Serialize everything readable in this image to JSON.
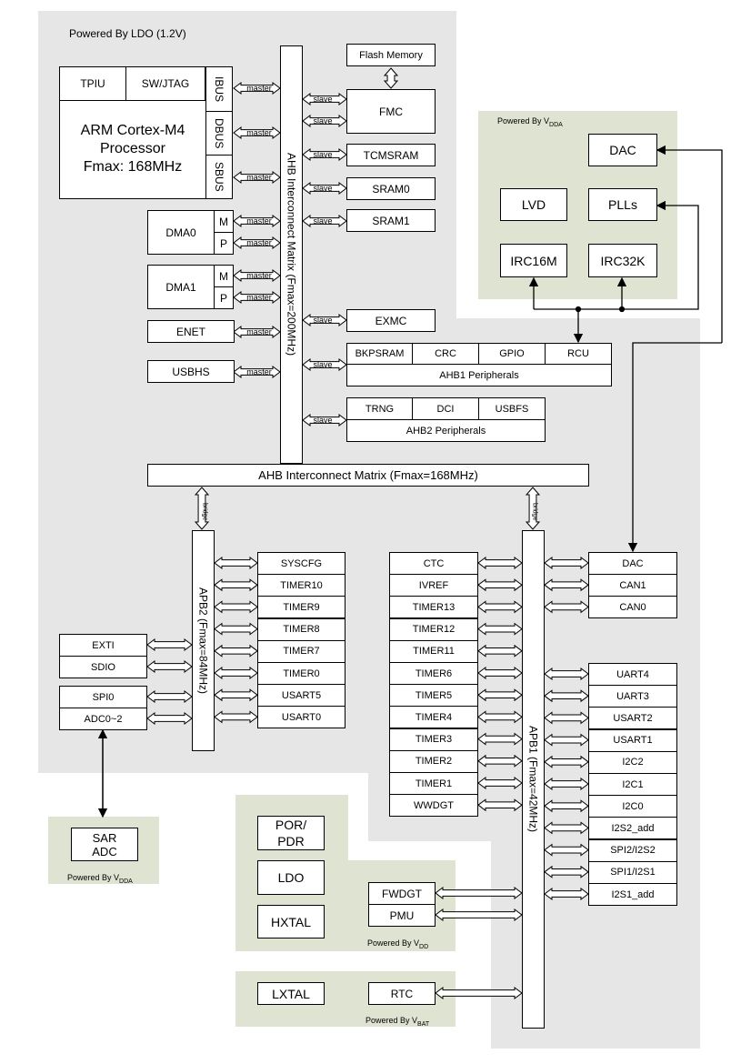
{
  "regions": {
    "ldo_title": "Powered By LDO (1.2V)",
    "vdda_title": "Powered By V",
    "vdda_sub": "DDA",
    "vdda2_title": "Powered By V",
    "vdda2_sub": "DDA",
    "vdd_title": "Powered By V",
    "vdd_sub": "DD",
    "vbat_title": "Powered By V",
    "vbat_sub": "BAT"
  },
  "cpu": {
    "tpiu": "TPIU",
    "swjtag": "SW/JTAG",
    "line1": "ARM Cortex-M4",
    "line2": "Processor",
    "line3": "Fmax: 168MHz",
    "ibus": "IBUS",
    "dbus": "DBUS",
    "sbus": "SBUS"
  },
  "masters": {
    "dma0": "DMA0",
    "dma1": "DMA1",
    "m": "M",
    "p": "P",
    "enet": "ENET",
    "usbhs": "USBHS",
    "tag_master": "master",
    "tag_slave": "slave"
  },
  "matrix": {
    "ahb_vertical": "AHB Interconnect Matrix (Fmax=200MHz)",
    "ahb_horizontal": "AHB Interconnect Matrix (Fmax=168MHz)",
    "apb2": "APB2 (Fmax=84MHz)",
    "apb1": "APB1 (Fmax=42MHz)",
    "bridge": "bridge"
  },
  "slaves": {
    "flash": "Flash Memory",
    "fmc": "FMC",
    "tcmsram": "TCMSRAM",
    "sram0": "SRAM0",
    "sram1": "SRAM1",
    "exmc": "EXMC",
    "bkpsram": "BKPSRAM",
    "crc": "CRC",
    "gpio": "GPIO",
    "rcu": "RCU",
    "ahb1": "AHB1 Peripherals",
    "trng": "TRNG",
    "dci": "DCI",
    "usbfs": "USBFS",
    "ahb2": "AHB2 Peripherals"
  },
  "analog": {
    "dac": "DAC",
    "lvd": "LVD",
    "plls": "PLLs",
    "irc16m": "IRC16M",
    "irc32k": "IRC32K",
    "sar_adc_1": "SAR",
    "sar_adc_2": "ADC"
  },
  "apb2_periph": [
    "SYSCFG",
    "TIMER10",
    "TIMER9",
    "TIMER8",
    "TIMER7",
    "TIMER0",
    "USART5",
    "USART0"
  ],
  "apb2_left": [
    "EXTI",
    "SDIO",
    "SPI0",
    "ADC0~2"
  ],
  "apb1_left": [
    "CTC",
    "IVREF",
    "TIMER13",
    "TIMER12",
    "TIMER11",
    "TIMER6",
    "TIMER5",
    "TIMER4",
    "TIMER3",
    "TIMER2",
    "TIMER1",
    "WWDGT"
  ],
  "apb1_right": [
    "DAC",
    "CAN1",
    "CAN0",
    "UART4",
    "UART3",
    "USART2",
    "USART1",
    "I2C2",
    "I2C1",
    "I2C0",
    "I2S2_add",
    "SPI2/I2S2",
    "SPI1/I2S1",
    "I2S1_add"
  ],
  "power": {
    "por": "POR/",
    "pdr": "PDR",
    "ldo": "LDO",
    "hxtal": "HXTAL",
    "fwdgt": "FWDGT",
    "pmu": "PMU",
    "lxtal": "LXTAL",
    "rtc": "RTC"
  },
  "colors": {
    "region_gray": "#e6e6e6",
    "region_green": "#dfe3d1"
  }
}
